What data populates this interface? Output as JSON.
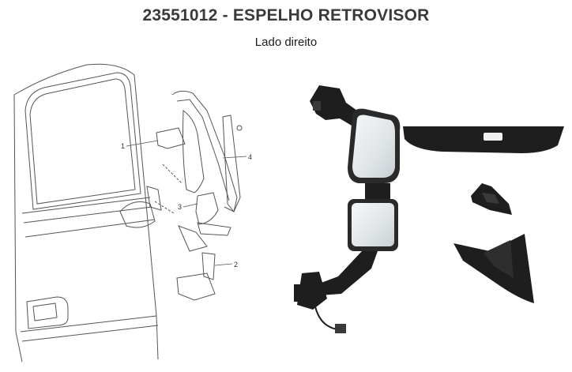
{
  "header": {
    "title": "23551012 - ESPELHO RETROVISOR",
    "subtitle": "Lado direito"
  },
  "diagram": {
    "callouts": [
      {
        "label": "1",
        "name": "part-1-callout"
      },
      {
        "label": "2",
        "name": "part-2-callout"
      },
      {
        "label": "3",
        "name": "part-3-callout"
      },
      {
        "label": "4",
        "name": "part-4-callout"
      }
    ]
  },
  "colors": {
    "line_drawing": "#555555",
    "part_black": "#1e1e1e",
    "mirror_glass": "#e8ecee"
  }
}
